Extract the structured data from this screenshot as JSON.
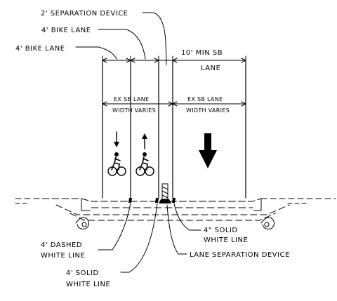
{
  "callouts_top": {
    "separation_device": "2' SEPARATION DEVICE",
    "bike_lane_upper": "4' BIKE LANE",
    "bike_lane_lower": "4' BIKE LANE",
    "sb_lane_line1": "10' MIN SB",
    "sb_lane_line2": "LANE"
  },
  "lane_headers": {
    "left_line1": "EX SB LANE",
    "left_line2": "WIDTH VARIES",
    "right_line1": "EX SB LANE",
    "right_line2": "WIDTH VARIES"
  },
  "callouts_bottom": {
    "dashed_line1": "4' DASHED",
    "dashed_line2": "WHITE LINE",
    "solid_left_line1": "4' SOLID",
    "solid_left_line2": "WHITE LINE",
    "solid_right_line1": "4\" SOLID",
    "solid_right_line2": "WHITE LINE",
    "separation_device": "LANE SEPARATION DEVICE"
  },
  "symbols": {
    "bike_down": "bicycle-icon",
    "bike_up": "bicycle-icon",
    "arrow_down": "down-arrow-icon",
    "arrow_up": "up-arrow-icon",
    "traffic_arrow": "down-arrow-icon"
  }
}
